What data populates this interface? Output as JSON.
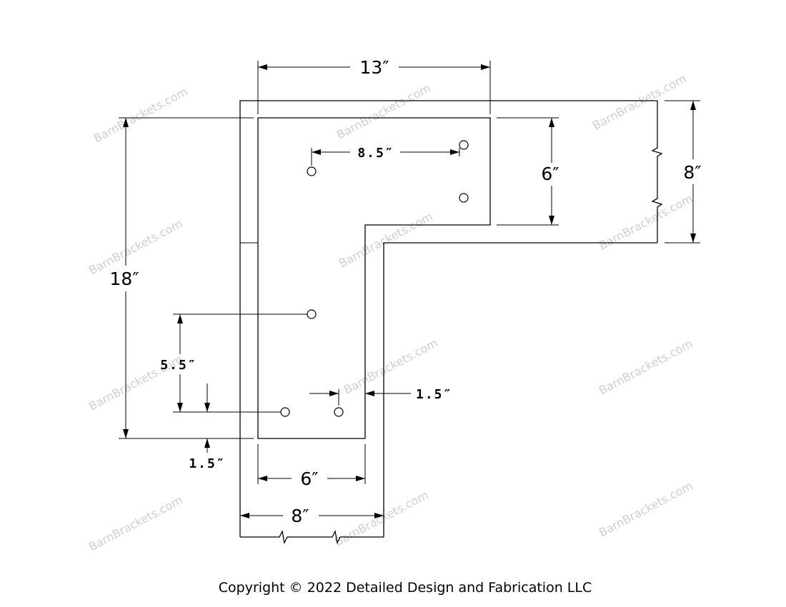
{
  "dimensions": {
    "top_width": "13″",
    "leg_height": "18″",
    "arm_inner_height": "6″",
    "arm_outer_height": "8″",
    "hole_spacing_horizontal": "8.5″",
    "hole_spacing_vertical": "5.5″",
    "edge_offset_right": "1.5″",
    "edge_offset_bottom": "1.5″",
    "leg_inner_width": "6″",
    "leg_outer_width": "8″"
  },
  "watermark": "BarnBrackets.com",
  "copyright": "Copyright © 2022 Detailed Design and Fabrication LLC"
}
